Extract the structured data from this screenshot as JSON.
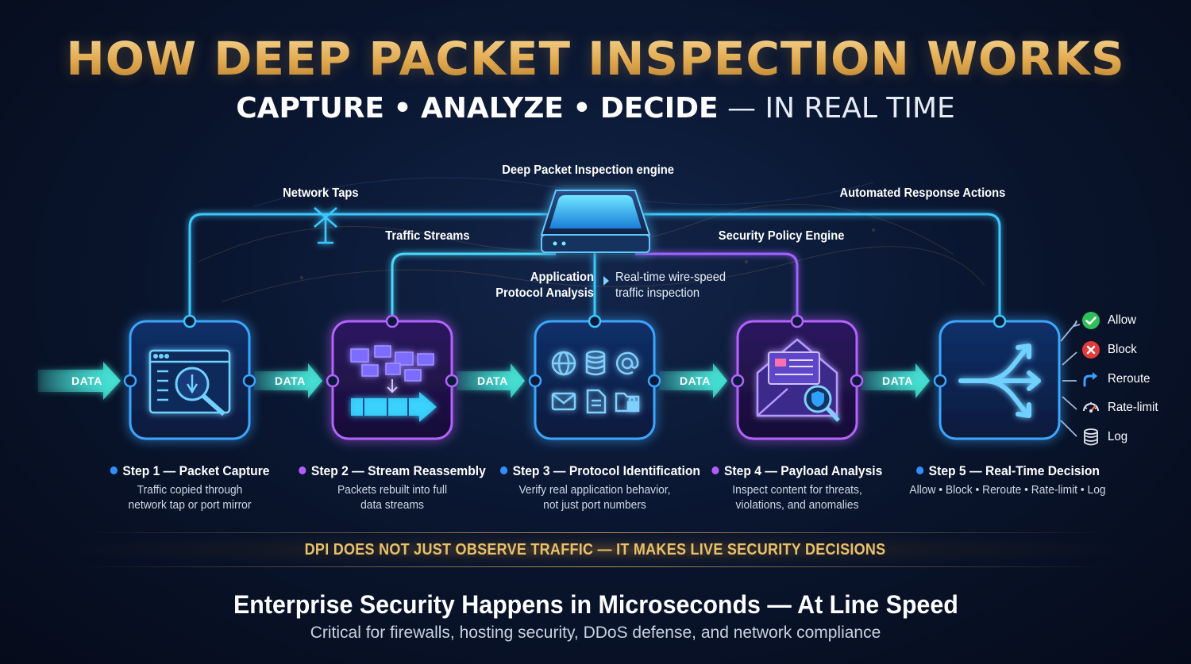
{
  "header": {
    "title": "HOW DEEP PACKET INSPECTION WORKS",
    "subtitle_parts": [
      "CAPTURE",
      "•",
      "ANALYZE",
      "•",
      "DECIDE",
      "— IN REAL TIME"
    ]
  },
  "labels": {
    "engine": "Deep Packet Inspection engine",
    "network_taps": "Network Taps",
    "traffic_streams": "Traffic Streams",
    "automated_response": "Automated Response Actions",
    "security_policy": "Security Policy Engine",
    "app_protocol_line1": "Application",
    "app_protocol_line2": "Protocol Analysis",
    "wirespeed_line1": "Real-time wire-speed",
    "wirespeed_line2": "traffic inspection"
  },
  "flow_label": "DATA",
  "steps": [
    {
      "title": "Step 1 — Packet Capture",
      "desc1": "Traffic copied through",
      "desc2": "network tap or port mirror",
      "color": "#2f8fff"
    },
    {
      "title": "Step 2 — Stream Reassembly",
      "desc1": "Packets rebuilt into full",
      "desc2": "data streams",
      "color": "#b05cff"
    },
    {
      "title": "Step 3 — Protocol Identification",
      "desc1": "Verify real application behavior,",
      "desc2": "not just port numbers",
      "color": "#2f8fff"
    },
    {
      "title": "Step 4 — Payload Analysis",
      "desc1": "Inspect content for threats,",
      "desc2": "violations, and anomalies",
      "color": "#b05cff"
    },
    {
      "title": "Step 5 — Real-Time Decision",
      "desc1": "Allow • Block • Reroute • Rate-limit • Log",
      "desc2": "",
      "color": "#2f8fff"
    }
  ],
  "actions": [
    {
      "label": "Allow",
      "icon": "check-circle-icon",
      "color": "#2fbf5a"
    },
    {
      "label": "Block",
      "icon": "x-circle-icon",
      "color": "#e23b3b"
    },
    {
      "label": "Reroute",
      "icon": "reroute-arrow-icon",
      "color": "#3aa0ff"
    },
    {
      "label": "Rate-limit",
      "icon": "gauge-icon",
      "color": "#e0e6ef"
    },
    {
      "label": "Log",
      "icon": "database-icon",
      "color": "#e0e6ef"
    }
  ],
  "banner": "DPI DOES NOT JUST OBSERVE TRAFFIC — IT MAKES LIVE SECURITY DECISIONS",
  "footer": {
    "title": "Enterprise Security Happens in Microseconds — At Line Speed",
    "subtitle": "Critical for firewalls, hosting security, DDoS defense, and network compliance"
  },
  "colors": {
    "gold": "#e3b25a",
    "cyan": "#3cc8ff",
    "blue": "#2f8fff",
    "purple": "#b05cff",
    "teal_arrow": "#46e3d6"
  }
}
